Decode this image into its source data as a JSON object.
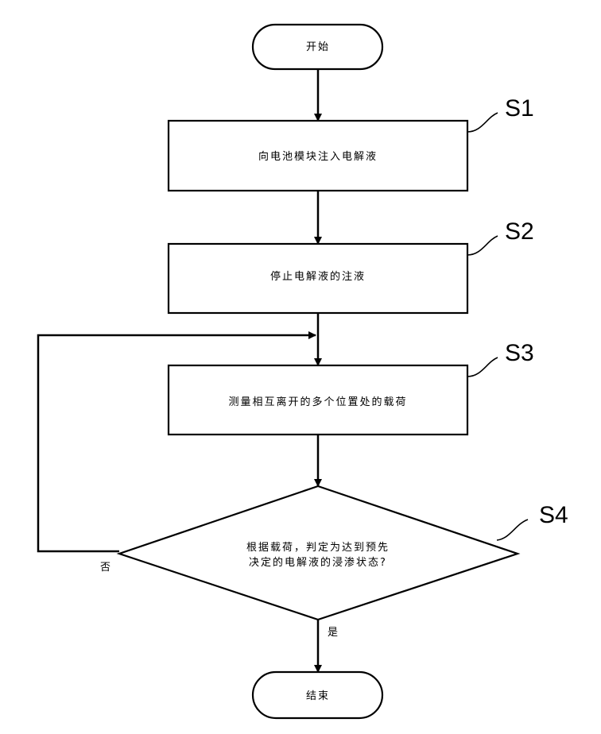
{
  "flowchart": {
    "start": "开始",
    "end": "结束",
    "steps": [
      {
        "id": "S1",
        "text": "向电池模块注入电解液"
      },
      {
        "id": "S2",
        "text": "停止电解液的注液"
      },
      {
        "id": "S3",
        "text": "测量相互离开的多个位置处的载荷"
      }
    ],
    "decision": {
      "id": "S4",
      "line1": "根据载荷，判定为达到预先",
      "line2": "决定的电解液的浸渗状态?",
      "yes": "是",
      "no": "否"
    }
  }
}
